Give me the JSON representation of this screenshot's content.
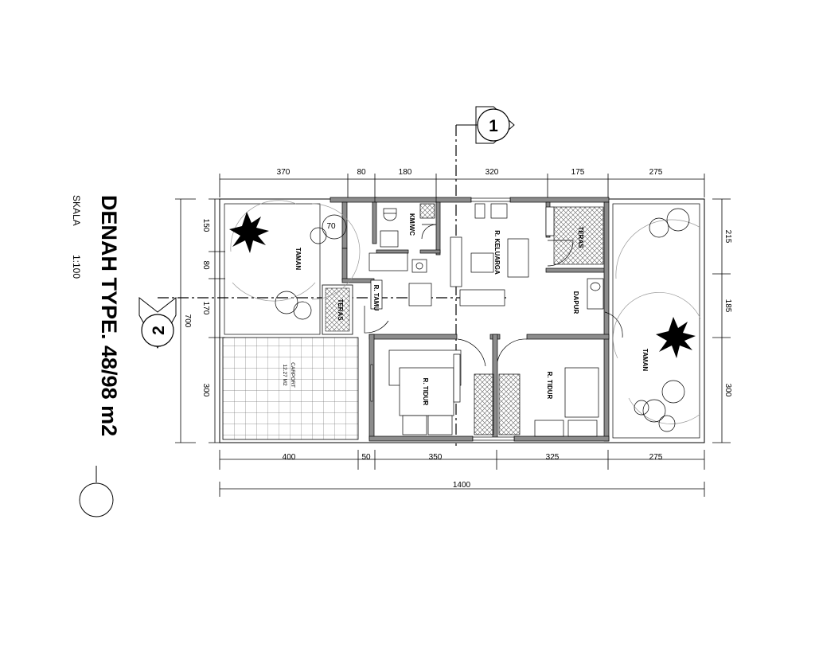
{
  "title": "DENAH TYPE. 48/98 m2",
  "scale_label": "SKALA",
  "scale_value": "1:100",
  "section_markers": {
    "marker_1": "1",
    "marker_2": "2"
  },
  "dimensions": {
    "top": [
      "370",
      "80",
      "180",
      "320",
      "175",
      "275"
    ],
    "bottom": [
      "400",
      "50",
      "350",
      "325",
      "275"
    ],
    "total": "1400",
    "left": [
      "150",
      "80",
      "170",
      "300"
    ],
    "left_total": "700",
    "left_inner": "70",
    "right": [
      "215",
      "185",
      "300"
    ]
  },
  "rooms": {
    "taman_left": "TAMAN",
    "kmwc": "KM/WC",
    "r_keluarga": "R. KELUARGA",
    "teras_right": "TERAS",
    "r_tamu": "R. TAMU",
    "teras_front": "TERAS",
    "dapur": "DAPUR",
    "taman_right": "TAMAN",
    "carport": "CARPORT",
    "carport_area": "12.27 M2",
    "r_tidur_1": "R. TIDUR",
    "r_tidur_2": "R. TIDUR"
  },
  "colors": {
    "line": "#000000",
    "wall": "#808080",
    "hatch": "#bbbbbb"
  }
}
